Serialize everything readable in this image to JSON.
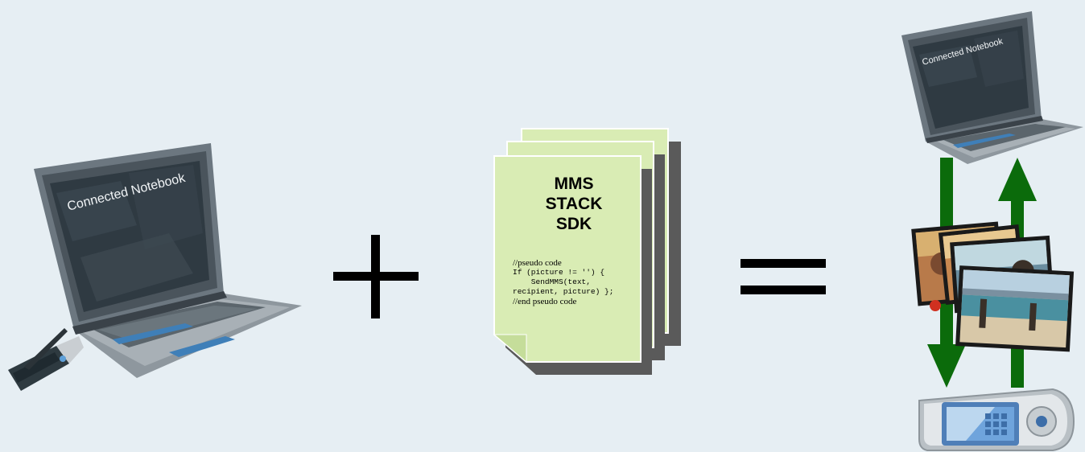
{
  "left_laptop": {
    "screen_label": "Connected Notebook"
  },
  "operators": {
    "plus": "+",
    "equals": "="
  },
  "document": {
    "title_lines": [
      "MMS",
      "STACK",
      "SDK"
    ],
    "code_lines": [
      "//pseudo code",
      "If (picture != '') {",
      "    SendMMS(text,",
      "recipient, picture) };",
      "//end pseudo code"
    ]
  },
  "right_laptop": {
    "screen_label": "Connected Notebook"
  },
  "colors": {
    "background": "#e6eef3",
    "document_fill": "#d9ecb4",
    "document_shadow": "#5a5a5a",
    "arrow_green": "#0b6b0b"
  },
  "icons": [
    "laptop-icon",
    "usb-modem-icon",
    "photos-icon",
    "mobile-phone-icon",
    "arrow-down-icon",
    "arrow-up-icon"
  ]
}
